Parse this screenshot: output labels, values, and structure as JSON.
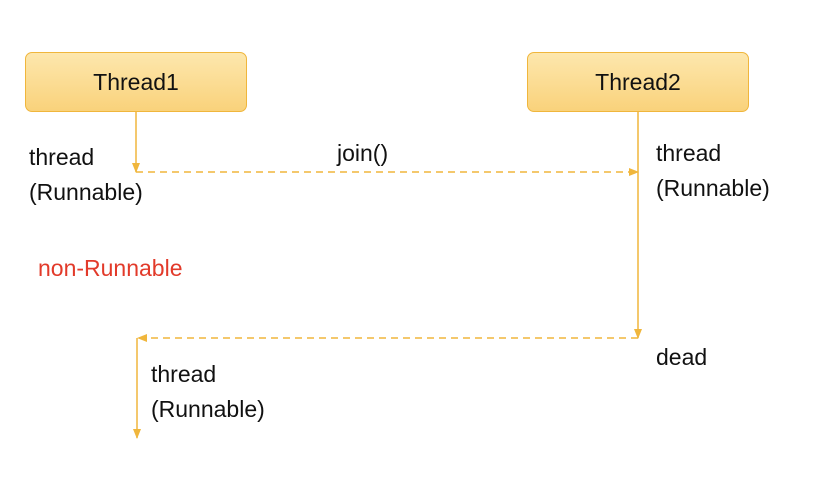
{
  "nodes": {
    "thread1": "Thread1",
    "thread2": "Thread2"
  },
  "states": {
    "thread1_running": {
      "line1": "thread",
      "line2": "(Runnable)"
    },
    "thread2_running": {
      "line1": "thread",
      "line2": "(Runnable)"
    },
    "thread1_resumed": {
      "line1": "thread",
      "line2": "(Runnable)"
    }
  },
  "labels": {
    "join": "join()",
    "dead": "dead",
    "non_runnable": "non-Runnable"
  },
  "colors": {
    "box_fill": "#fbdc8f",
    "box_border": "#f0b63c",
    "arrow": "#f0b63c",
    "text": "#111111",
    "highlight": "#e23a2a"
  }
}
